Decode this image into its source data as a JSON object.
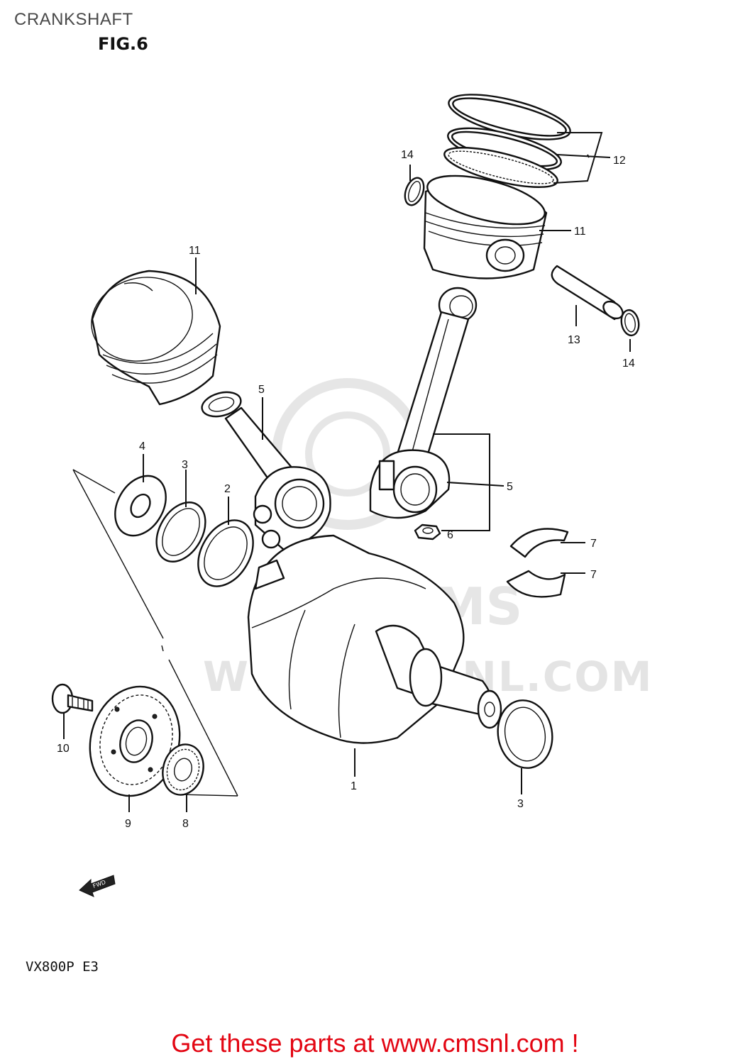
{
  "title": "CRANKSHAFT",
  "figure": "FIG.6",
  "model": "VX800P  E3",
  "watermark": "WWW.CMSNL.COM",
  "fwd_label": "FWD",
  "promo": "Get these parts at www.cmsnl.com !",
  "colors": {
    "promo": "#e30613",
    "ink": "#111111",
    "watermark": "#e4e4e4"
  },
  "callouts": {
    "c1": "1",
    "c2": "2",
    "c3a": "3",
    "c3b": "3",
    "c4": "4",
    "c5a": "5",
    "c5b": "5",
    "c6": "6",
    "c7a": "7",
    "c7b": "7",
    "c8": "8",
    "c9": "9",
    "c10": "10",
    "c11a": "11",
    "c11b": "11",
    "c12": "12",
    "c13": "13",
    "c14a": "14",
    "c14b": "14"
  }
}
